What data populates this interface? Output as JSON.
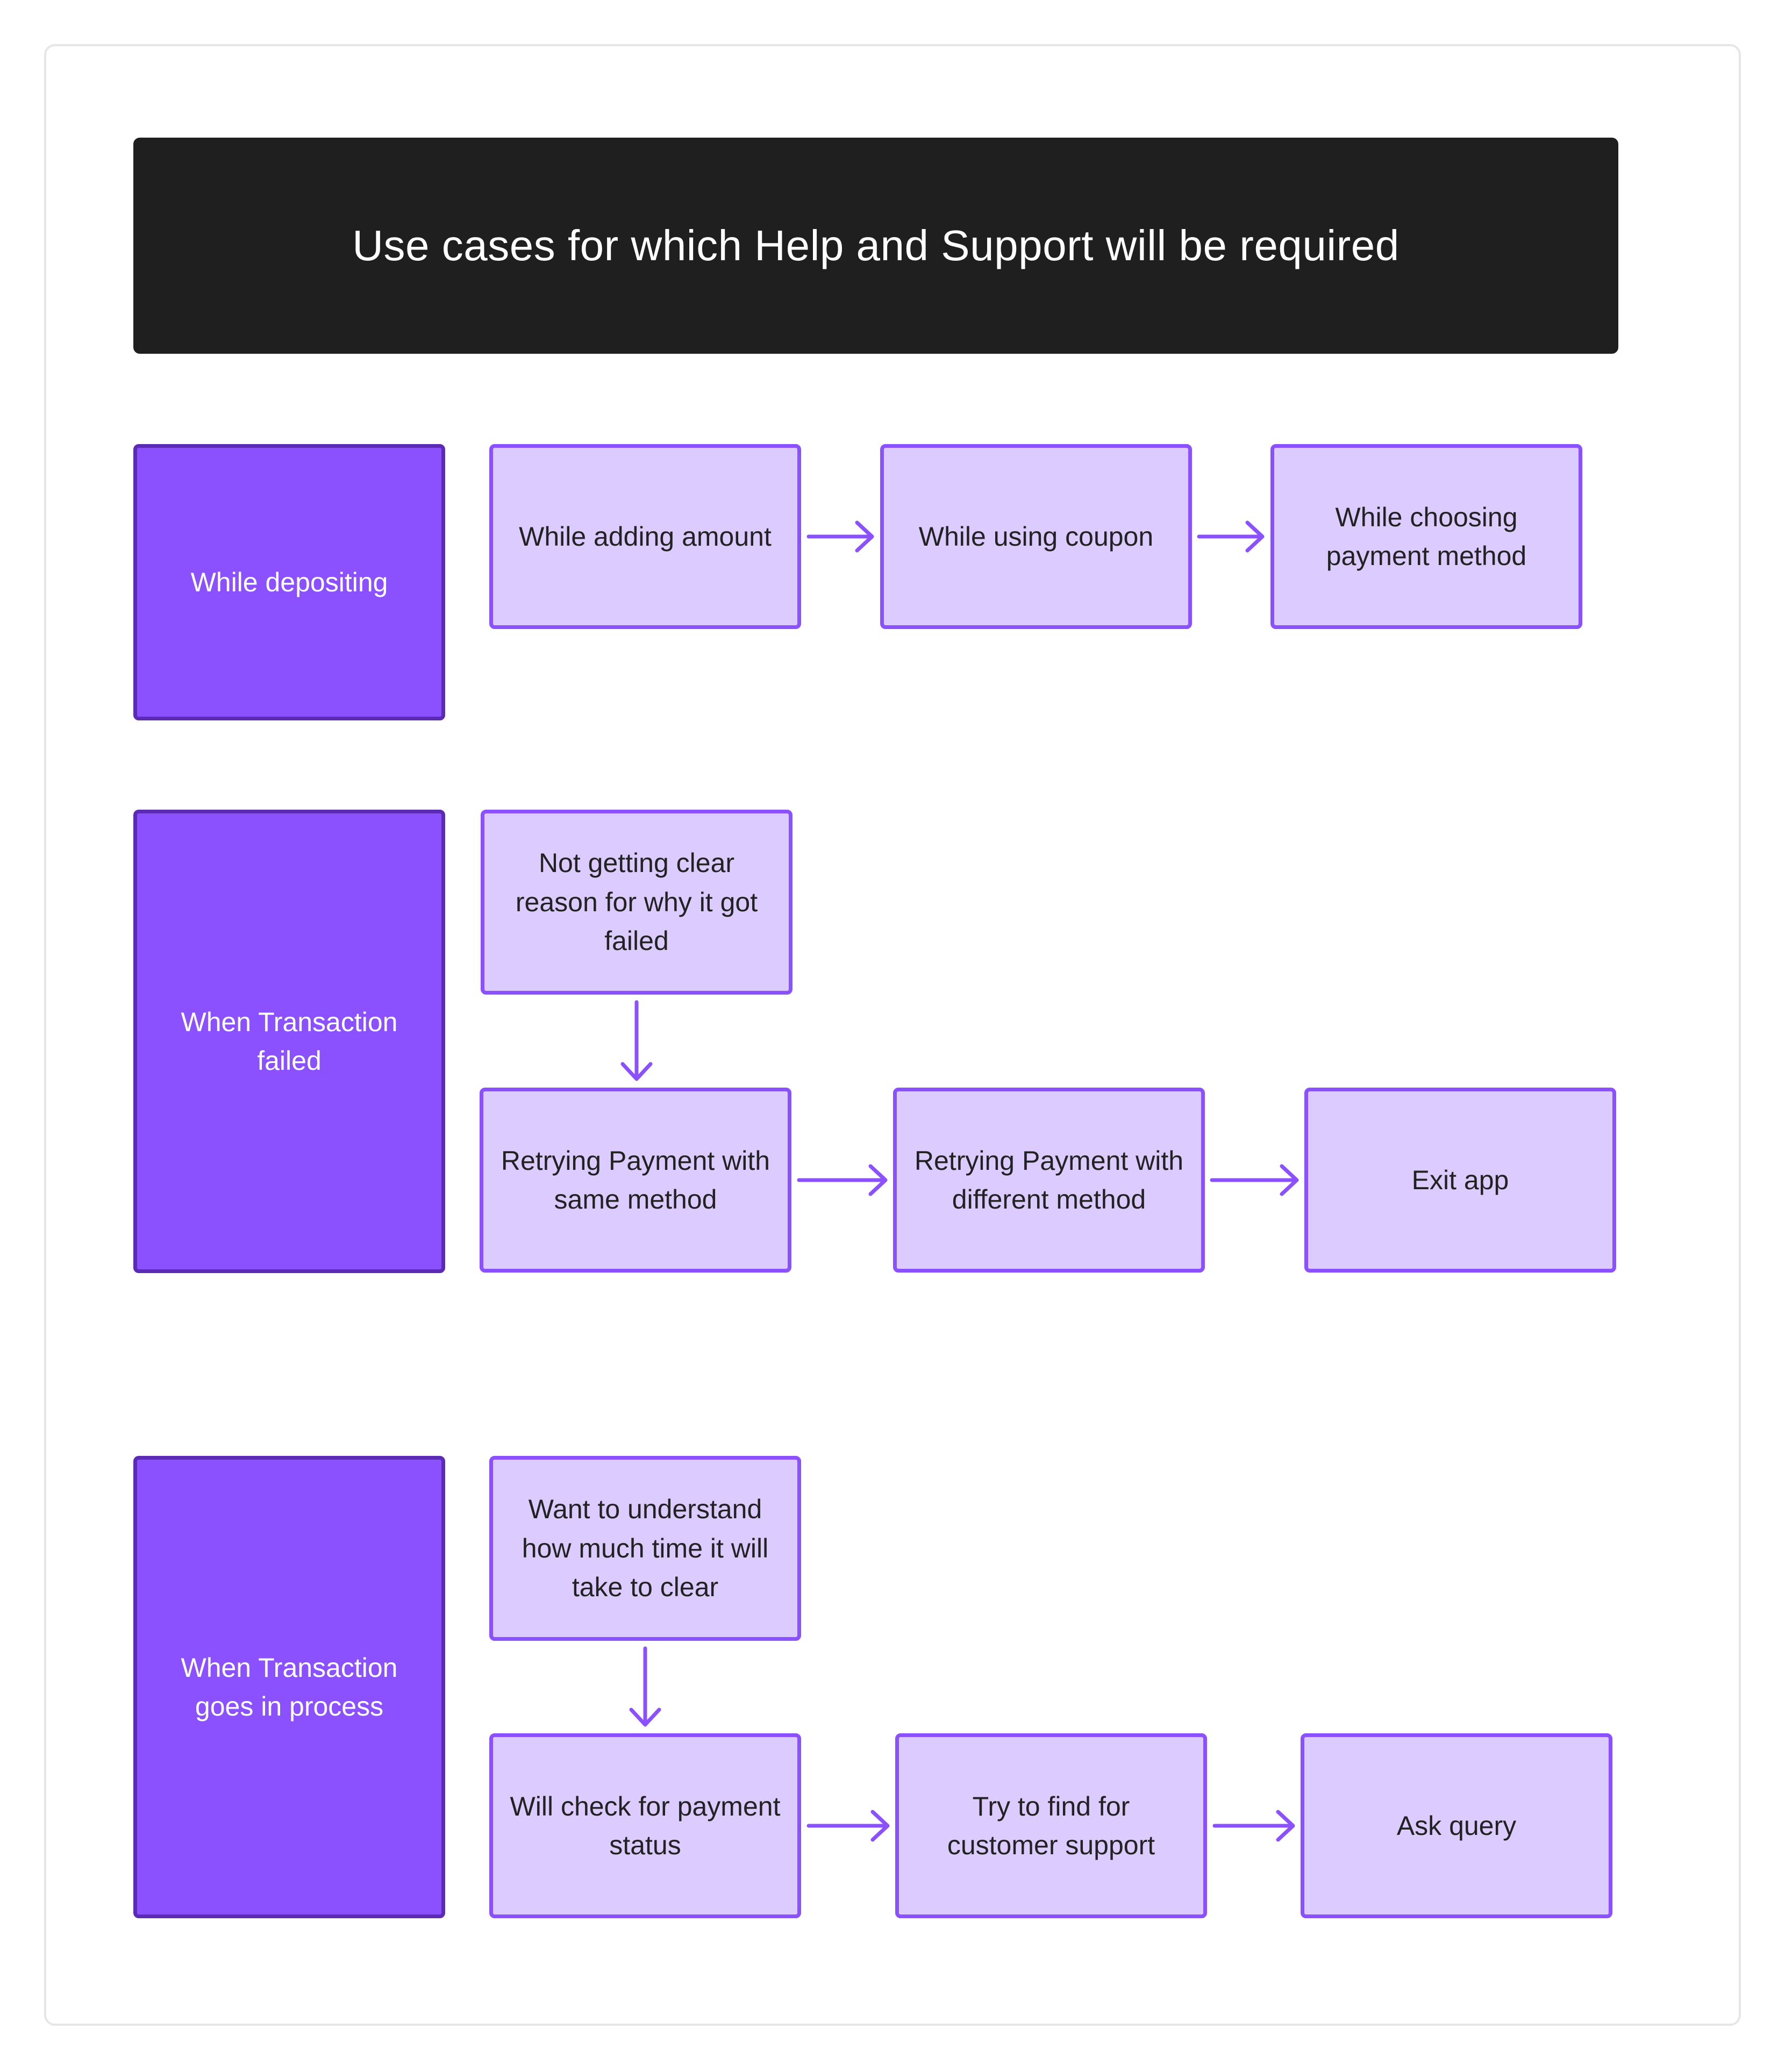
{
  "title": "Use cases for which Help and Support will be required",
  "colors": {
    "header_bg": "#1f1f1f",
    "category_fill": "#8b51ff",
    "category_border": "#5c2bb5",
    "step_fill": "#dccbff",
    "step_border": "#8b51ff"
  },
  "rows": [
    {
      "category": "While depositing",
      "steps": [
        "While adding amount",
        "While using coupon",
        "While choosing payment method"
      ]
    },
    {
      "category": "When Transaction failed",
      "top_step": "Not getting clear reason for why it got failed",
      "steps": [
        "Retrying Payment with same method",
        "Retrying Payment with different method",
        "Exit app"
      ]
    },
    {
      "category": "When Transaction goes in process",
      "top_step": "Want to understand how much time it will take to clear",
      "steps": [
        "Will check for payment status",
        "Try to find for customer support",
        "Ask query"
      ]
    }
  ]
}
